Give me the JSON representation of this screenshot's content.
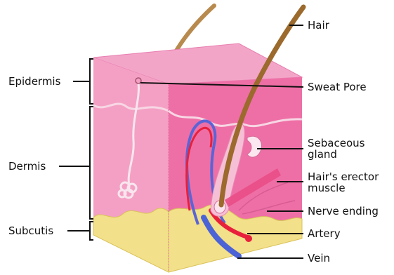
{
  "labels": {
    "left": {
      "epidermis": "Epidermis",
      "dermis": "Dermis",
      "subcutis": "Subcutis"
    },
    "right": {
      "hair": "Hair",
      "sweat_pore": "Sweat Pore",
      "sebaceous_gland": [
        "Sebaceous",
        "gland"
      ],
      "erector_muscle": [
        "Hair's erector",
        "muscle"
      ],
      "nerve_ending": "Nerve ending",
      "artery": "Artery",
      "vein": "Vein"
    }
  },
  "colors": {
    "top_surface": "#f3a5c8",
    "front_face": "#f4a0c4",
    "side_face": "#ee6fa6",
    "fat": "#f2e08a",
    "hair": "#9b6a2c",
    "artery": "#e8203c",
    "vein": "#4b63d6"
  }
}
